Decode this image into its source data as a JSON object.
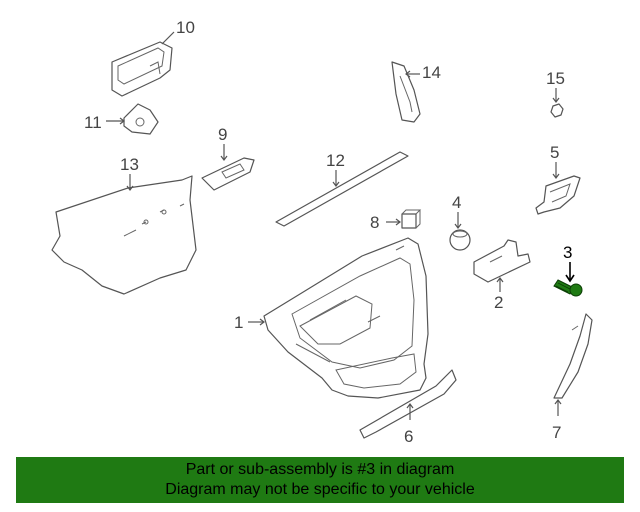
{
  "callouts": {
    "p1": "1",
    "p2": "2",
    "p3": "3",
    "p4": "4",
    "p5": "5",
    "p6": "6",
    "p7": "7",
    "p8": "8",
    "p9": "9",
    "p10": "10",
    "p11": "11",
    "p12": "12",
    "p13": "13",
    "p14": "14",
    "p15": "15"
  },
  "highlight_color": "#1f7a13",
  "footer": {
    "line1": "Part or sub-assembly is #3 in diagram",
    "line2": "Diagram may not be specific to your vehicle"
  }
}
